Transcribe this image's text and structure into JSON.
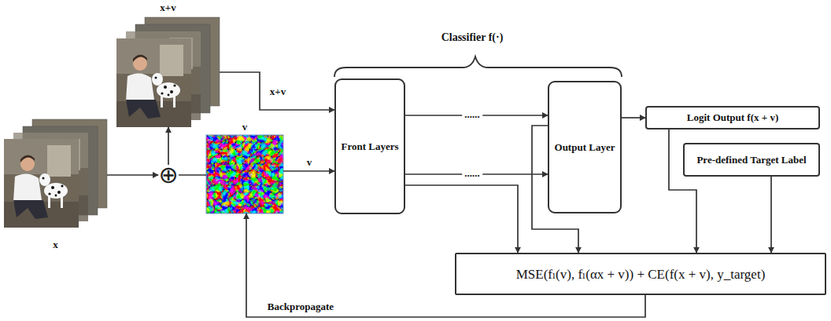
{
  "diagram": {
    "nodes": [
      {
        "text": [
          "x+v"
        ]
      },
      {
        "text": [
          "x"
        ]
      },
      {
        "text": [
          "⊕"
        ]
      },
      {
        "text": [
          "v"
        ]
      },
      {
        "text": [
          "Front Layers"
        ]
      },
      {
        "text": [
          "Output Layer"
        ]
      },
      {
        "text": [
          "Logit Output f(x + v)"
        ]
      },
      {
        "text": [
          "Pre-defined Target Label"
        ]
      },
      {
        "text": [
          "MSE(fₗ(v), fₗ(αx + v)) + CE(f(x + v), y_target)"
        ]
      }
    ],
    "edges": [
      {
        "from": 1,
        "to": 2,
        "arrow": "to"
      },
      {
        "from": 3,
        "to": 2,
        "arrow": "none"
      },
      {
        "from": 2,
        "to": 0,
        "arrow": "to"
      },
      {
        "from": 0,
        "to": 4,
        "label": "x+v",
        "arrow": "to"
      },
      {
        "from": 3,
        "to": 4,
        "label": "v",
        "arrow": "to"
      },
      {
        "from": 4,
        "to": 5,
        "label": "......",
        "arrow": "to"
      },
      {
        "from": 4,
        "to": 5,
        "label": "......",
        "arrow": "to"
      },
      {
        "from": 5,
        "to": 6,
        "arrow": "to"
      },
      {
        "from": 4,
        "to": 8,
        "arrow": "to"
      },
      {
        "from": 5,
        "to": 8,
        "arrow": "to"
      },
      {
        "from": 6,
        "to": 8,
        "arrow": "to"
      },
      {
        "from": 7,
        "to": 8,
        "arrow": "to"
      },
      {
        "from": 8,
        "to": 3,
        "label": "Backpropagate",
        "arrow": "to"
      }
    ],
    "labels": [
      "Classifier f(·)"
    ]
  }
}
